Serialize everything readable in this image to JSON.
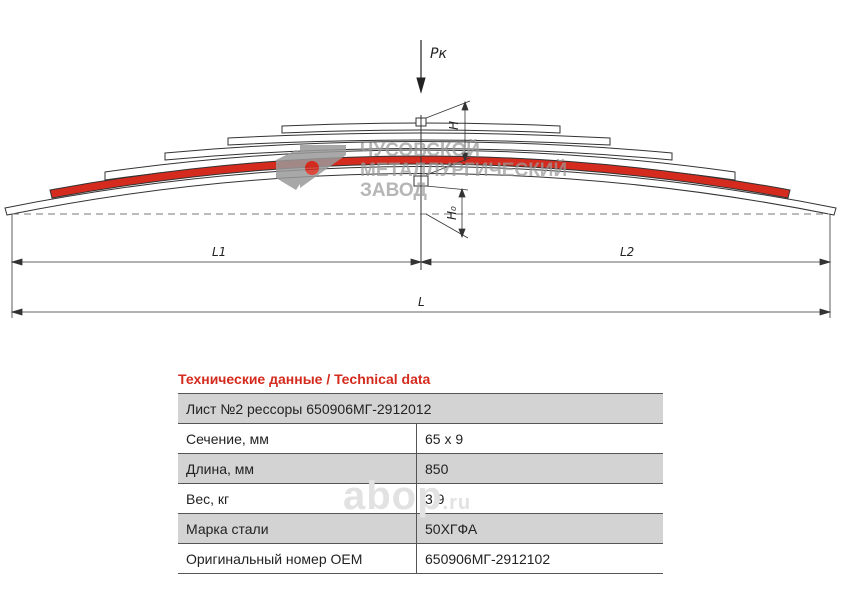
{
  "drawing": {
    "load_label": "Pк",
    "h_label": "H",
    "h0_label": "H₀",
    "l1_label": "L1",
    "l2_label": "L2",
    "l_label": "L"
  },
  "logo": {
    "line1": "ЧУСОВСКОЙ",
    "line2": "МЕТАЛЛУРГИЧЕСКИЙ",
    "line3": "ЗАВОД"
  },
  "watermark": {
    "text": "abop",
    "suffix": ".ru"
  },
  "colors": {
    "accent": "#d42b1e",
    "table_shade": "#d3d3d3",
    "logo": "#9a9a9a"
  },
  "spec": {
    "title": "Технические данные / Technical data",
    "header": "Лист №2 рессоры 650906МГ-2912012",
    "rows": [
      {
        "label": "Сечение, мм",
        "value": "65 x 9"
      },
      {
        "label": "Длина, мм",
        "value": "850"
      },
      {
        "label": "Вес, кг",
        "value": "3,9"
      },
      {
        "label": "Марка стали",
        "value": "50ХГФА"
      },
      {
        "label": "Оригинальный номер OEM",
        "value": "650906МГ-2912102"
      }
    ]
  }
}
